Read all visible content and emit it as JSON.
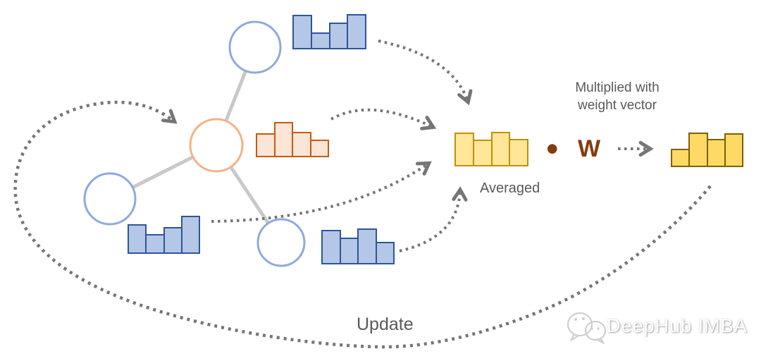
{
  "labels": {
    "multiplied_line1": "Multiplied with",
    "multiplied_line2": "weight vector",
    "averaged": "Averaged",
    "update": "Update",
    "weight_symbol": "W",
    "dot_symbol": "•",
    "watermark": "DeepHub IMBA"
  },
  "colors": {
    "blue_fill": "#B4C7E7",
    "blue_stroke": "#2F5597",
    "orange_fill": "#FBE5D6",
    "orange_stroke": "#C55A11",
    "yellow_fill": "#FFE699",
    "yellow_stroke": "#BF9000",
    "gold_fill": "#FFD966",
    "gold_stroke": "#7F6000",
    "node_blue": "#8FAADC",
    "node_orange": "#F4B183",
    "edge_gray": "#C9C9C9",
    "arrow_gray": "#757575",
    "text_gray": "#595959",
    "w_accent": "#843C0C"
  },
  "chart_data": [
    {
      "id": "neighbor-top",
      "type": "bar",
      "palette": "blue",
      "values": [
        0.98,
        0.48,
        0.77,
        1.0
      ]
    },
    {
      "id": "center-node-feature",
      "type": "bar",
      "palette": "orange",
      "values": [
        0.68,
        1.0,
        0.72,
        0.5
      ]
    },
    {
      "id": "neighbor-bottom-left",
      "type": "bar",
      "palette": "blue",
      "values": [
        0.78,
        0.52,
        0.7,
        1.0
      ]
    },
    {
      "id": "neighbor-bottom",
      "type": "bar",
      "palette": "blue",
      "values": [
        0.96,
        0.75,
        1.0,
        0.63
      ]
    },
    {
      "id": "averaged-feature",
      "type": "bar",
      "palette": "yellow",
      "values": [
        0.99,
        0.77,
        1.0,
        0.79
      ]
    },
    {
      "id": "weighted-output",
      "type": "bar",
      "palette": "gold",
      "values": [
        0.53,
        1.0,
        0.82,
        0.98
      ]
    }
  ]
}
